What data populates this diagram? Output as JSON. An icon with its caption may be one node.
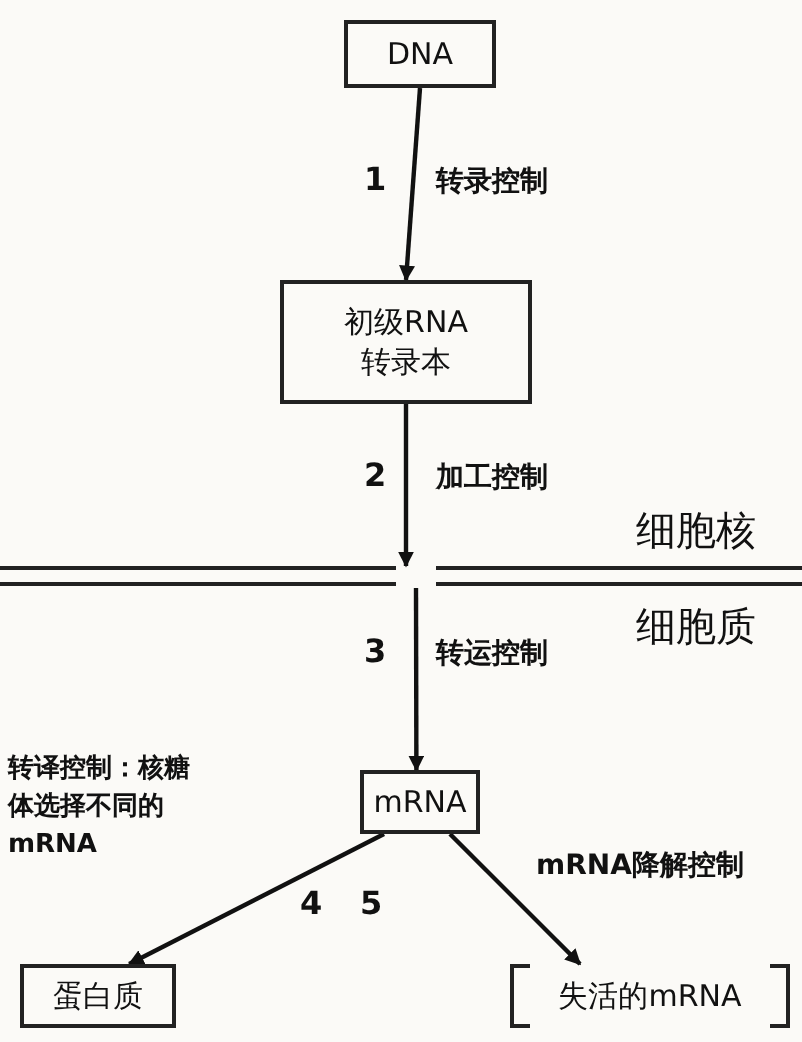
{
  "diagram": {
    "nodes": [
      {
        "text": [
          "DNA"
        ]
      },
      {
        "text": [
          "初级RNA转录本"
        ]
      },
      {
        "text": [
          "mRNA"
        ]
      },
      {
        "text": [
          "蛋白质"
        ]
      },
      {
        "text": [
          "失活的mRNA"
        ]
      }
    ],
    "edges": [
      {
        "from": 0,
        "to": 1,
        "arrow": "to",
        "label": "转录控制"
      },
      {
        "from": 1,
        "to": null,
        "arrow": "to",
        "label": "加工控制"
      },
      {
        "from": null,
        "to": 2,
        "arrow": "to",
        "label": "转运控制"
      },
      {
        "from": 2,
        "to": 3,
        "arrow": "to"
      },
      {
        "from": 2,
        "to": 4,
        "arrow": "to",
        "label": "mRNA降解控制"
      }
    ],
    "labels": [
      "1",
      "2",
      "细胞核",
      "细胞质",
      "3",
      "转译控制：核糖体选择不同的mRNA",
      "4",
      "5"
    ]
  }
}
